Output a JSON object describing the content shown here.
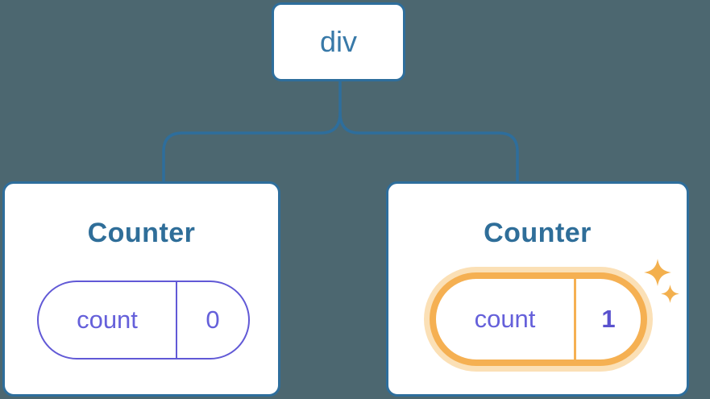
{
  "figure": {
    "description": "React component tree diagram: a div root node with two Counter children, each holding a count state pill; the second Counter's state is highlighted",
    "background_color": "#4C6770",
    "colors": {
      "line_blue": "#2E6E9C",
      "root_label_blue": "#3879A8",
      "title_blue": "#2F6E99",
      "state_purple": "#6560DA",
      "highlight_orange": "#F5B052",
      "highlight_glow": "#FBE0B6",
      "sparkle_orange": "#F3B04E",
      "node_background": "#FFFFFF"
    },
    "root_node": {
      "label": "div"
    },
    "children": [
      {
        "title": "Counter",
        "state_pill": {
          "name": "count",
          "value": "0"
        },
        "highlighted": false
      },
      {
        "title": "Counter",
        "state_pill": {
          "name": "count",
          "value": "1"
        },
        "highlighted": true
      }
    ]
  }
}
